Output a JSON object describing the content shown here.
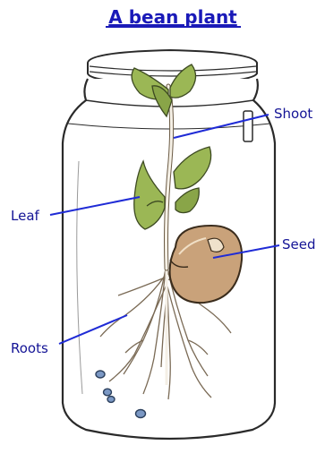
{
  "title": "A bean plant",
  "labels": {
    "shoot": "Shoot",
    "leaf": "Leaf",
    "seed": "Seed",
    "roots": "Roots"
  },
  "colors": {
    "title": "#1a1ab8",
    "label_text": "#141496",
    "leader_line": "#1f2bd6",
    "jar_outline": "#2a2a2a",
    "leaf_green": "#8fb04f",
    "seed_brown": "#c9a27a",
    "bubble_blue": "#6a8fb8"
  },
  "icons": [
    "jar-icon",
    "bean-seed-icon",
    "leaf-icon",
    "root-icon",
    "air-bubble-icon"
  ]
}
